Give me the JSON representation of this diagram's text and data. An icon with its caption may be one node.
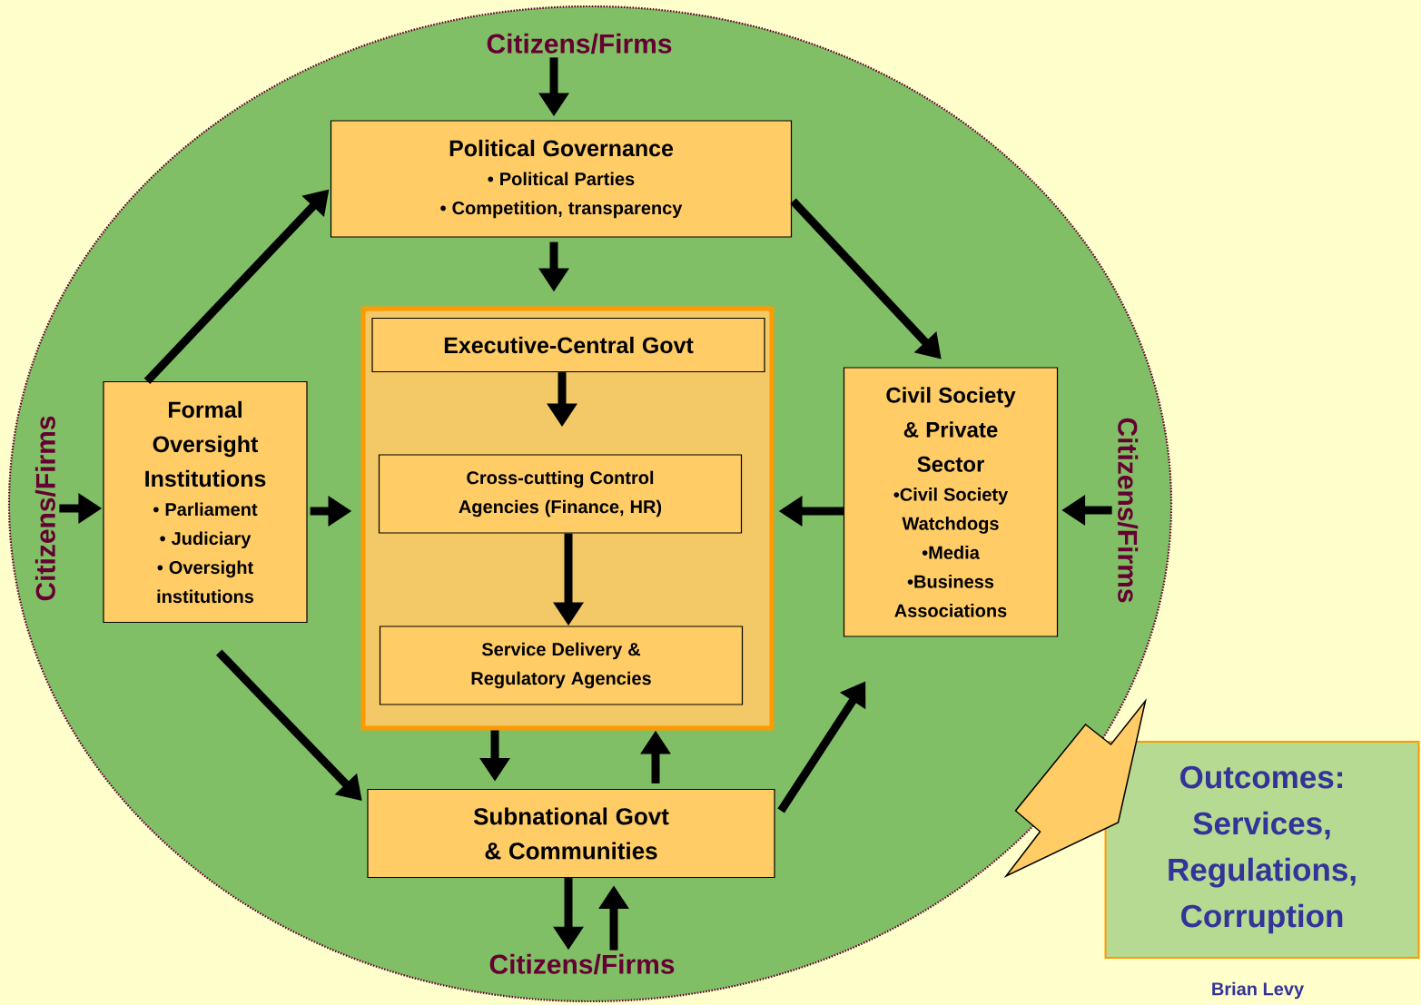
{
  "diagram": {
    "nodes": [
      {
        "text": [],
        "shape": "circle"
      },
      {
        "text": [
          "Citizens/Firms"
        ],
        "in": 0
      },
      {
        "text": [
          "Political Governance",
          "• Political Parties",
          "• Competition, transparency"
        ],
        "in": 0
      },
      {
        "text": [],
        "shape": "box",
        "in": 0
      },
      {
        "text": [
          "Executive-Central Govt"
        ],
        "in": 3
      },
      {
        "text": [
          "Cross-cutting Control Agencies (Finance, HR)"
        ],
        "in": 3
      },
      {
        "text": [
          "Service Delivery & Regulatory Agencies"
        ],
        "in": 3
      },
      {
        "text": [
          "Citizens/Firms"
        ],
        "in": 0
      },
      {
        "text": [
          "Formal Oversight Institutions",
          "• Parliament",
          "• Judiciary",
          "• Oversight institutions"
        ],
        "in": 0
      },
      {
        "text": [
          "Civil Society & Private Sector",
          "•Civil Society Watchdogs",
          "•Media",
          "•Business Associations"
        ],
        "in": 0
      },
      {
        "text": [
          "Citizens/Firms"
        ],
        "in": 0
      },
      {
        "text": [
          "Subnational Govt & Communities"
        ],
        "in": 0
      },
      {
        "text": [
          "Citizens/Firms"
        ],
        "in": 0
      },
      {
        "text": [
          "Outcomes: Services, Regulations, Corruption"
        ]
      }
    ],
    "edges": [
      {
        "from": 1,
        "to": 2,
        "arrow": "to"
      },
      {
        "from": 2,
        "to": 3,
        "arrow": "to"
      },
      {
        "from": 2,
        "to": 9,
        "arrow": "to"
      },
      {
        "from": 8,
        "to": 2,
        "arrow": "to"
      },
      {
        "from": 7,
        "to": 8,
        "arrow": "to"
      },
      {
        "from": 8,
        "to": 3,
        "arrow": "to"
      },
      {
        "from": 9,
        "to": 3,
        "arrow": "to"
      },
      {
        "from": 10,
        "to": 9,
        "arrow": "to"
      },
      {
        "from": 4,
        "to": 5,
        "arrow": "to"
      },
      {
        "from": 5,
        "to": 6,
        "arrow": "to"
      },
      {
        "from": 3,
        "to": 11,
        "arrow": "to"
      },
      {
        "from": 11,
        "to": 3,
        "arrow": "to"
      },
      {
        "from": 8,
        "to": 11,
        "arrow": "to"
      },
      {
        "from": 11,
        "to": 9,
        "arrow": "to"
      },
      {
        "from": 11,
        "to": 12,
        "arrow": "to"
      },
      {
        "from": 12,
        "to": 11,
        "arrow": "to"
      },
      {
        "from": 0,
        "to": 13,
        "arrow": "to",
        "style": "thick"
      }
    ],
    "labels": [
      "Brian Levy"
    ]
  }
}
